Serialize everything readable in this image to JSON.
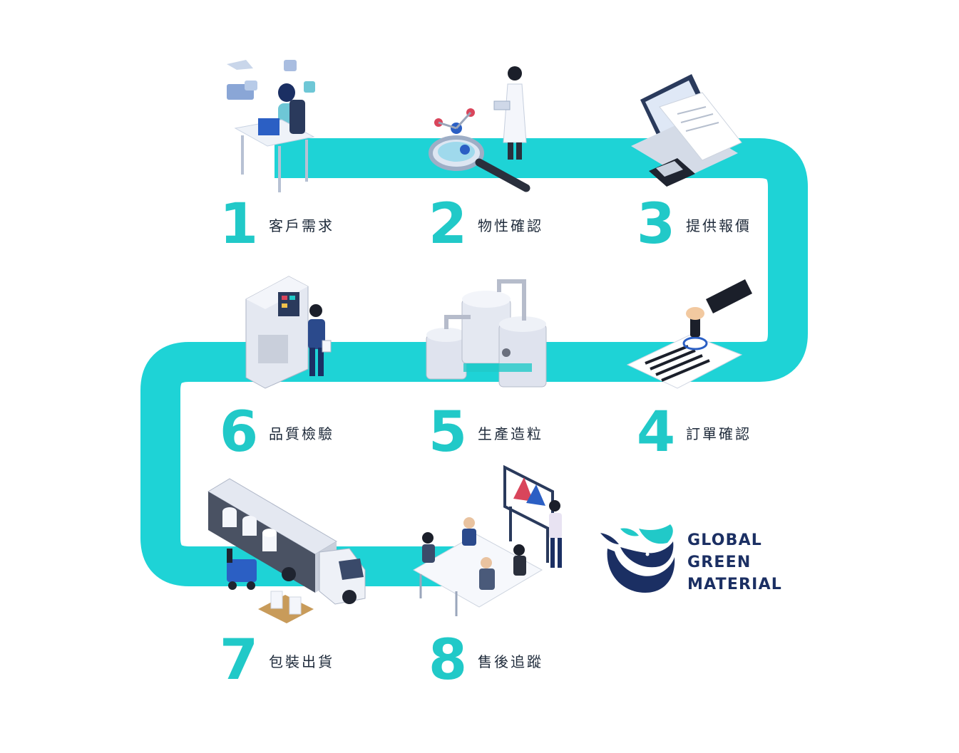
{
  "colors": {
    "path": "#1ed3d6",
    "number": "#21c9c8",
    "navy": "#1b2f63",
    "teal": "#21c9c8"
  },
  "steps": [
    {
      "number": "1",
      "label": "客戶需求",
      "icon": "customer-service-icon"
    },
    {
      "number": "2",
      "label": "物性確認",
      "icon": "scientist-molecule-icon"
    },
    {
      "number": "3",
      "label": "提供報價",
      "icon": "laptop-invoice-calculator-icon"
    },
    {
      "number": "4",
      "label": "訂單確認",
      "icon": "stamp-contract-icon"
    },
    {
      "number": "5",
      "label": "生產造粒",
      "icon": "production-tanks-icon"
    },
    {
      "number": "6",
      "label": "品質檢驗",
      "icon": "quality-inspection-machine-icon"
    },
    {
      "number": "7",
      "label": "包裝出貨",
      "icon": "truck-forklift-icon"
    },
    {
      "number": "8",
      "label": "售後追蹤",
      "icon": "meeting-presentation-icon"
    }
  ],
  "brand": {
    "line1": "GLOBAL",
    "line2": "GREEN",
    "line3": "MATERIAL",
    "icon": "whale-logo-icon"
  }
}
